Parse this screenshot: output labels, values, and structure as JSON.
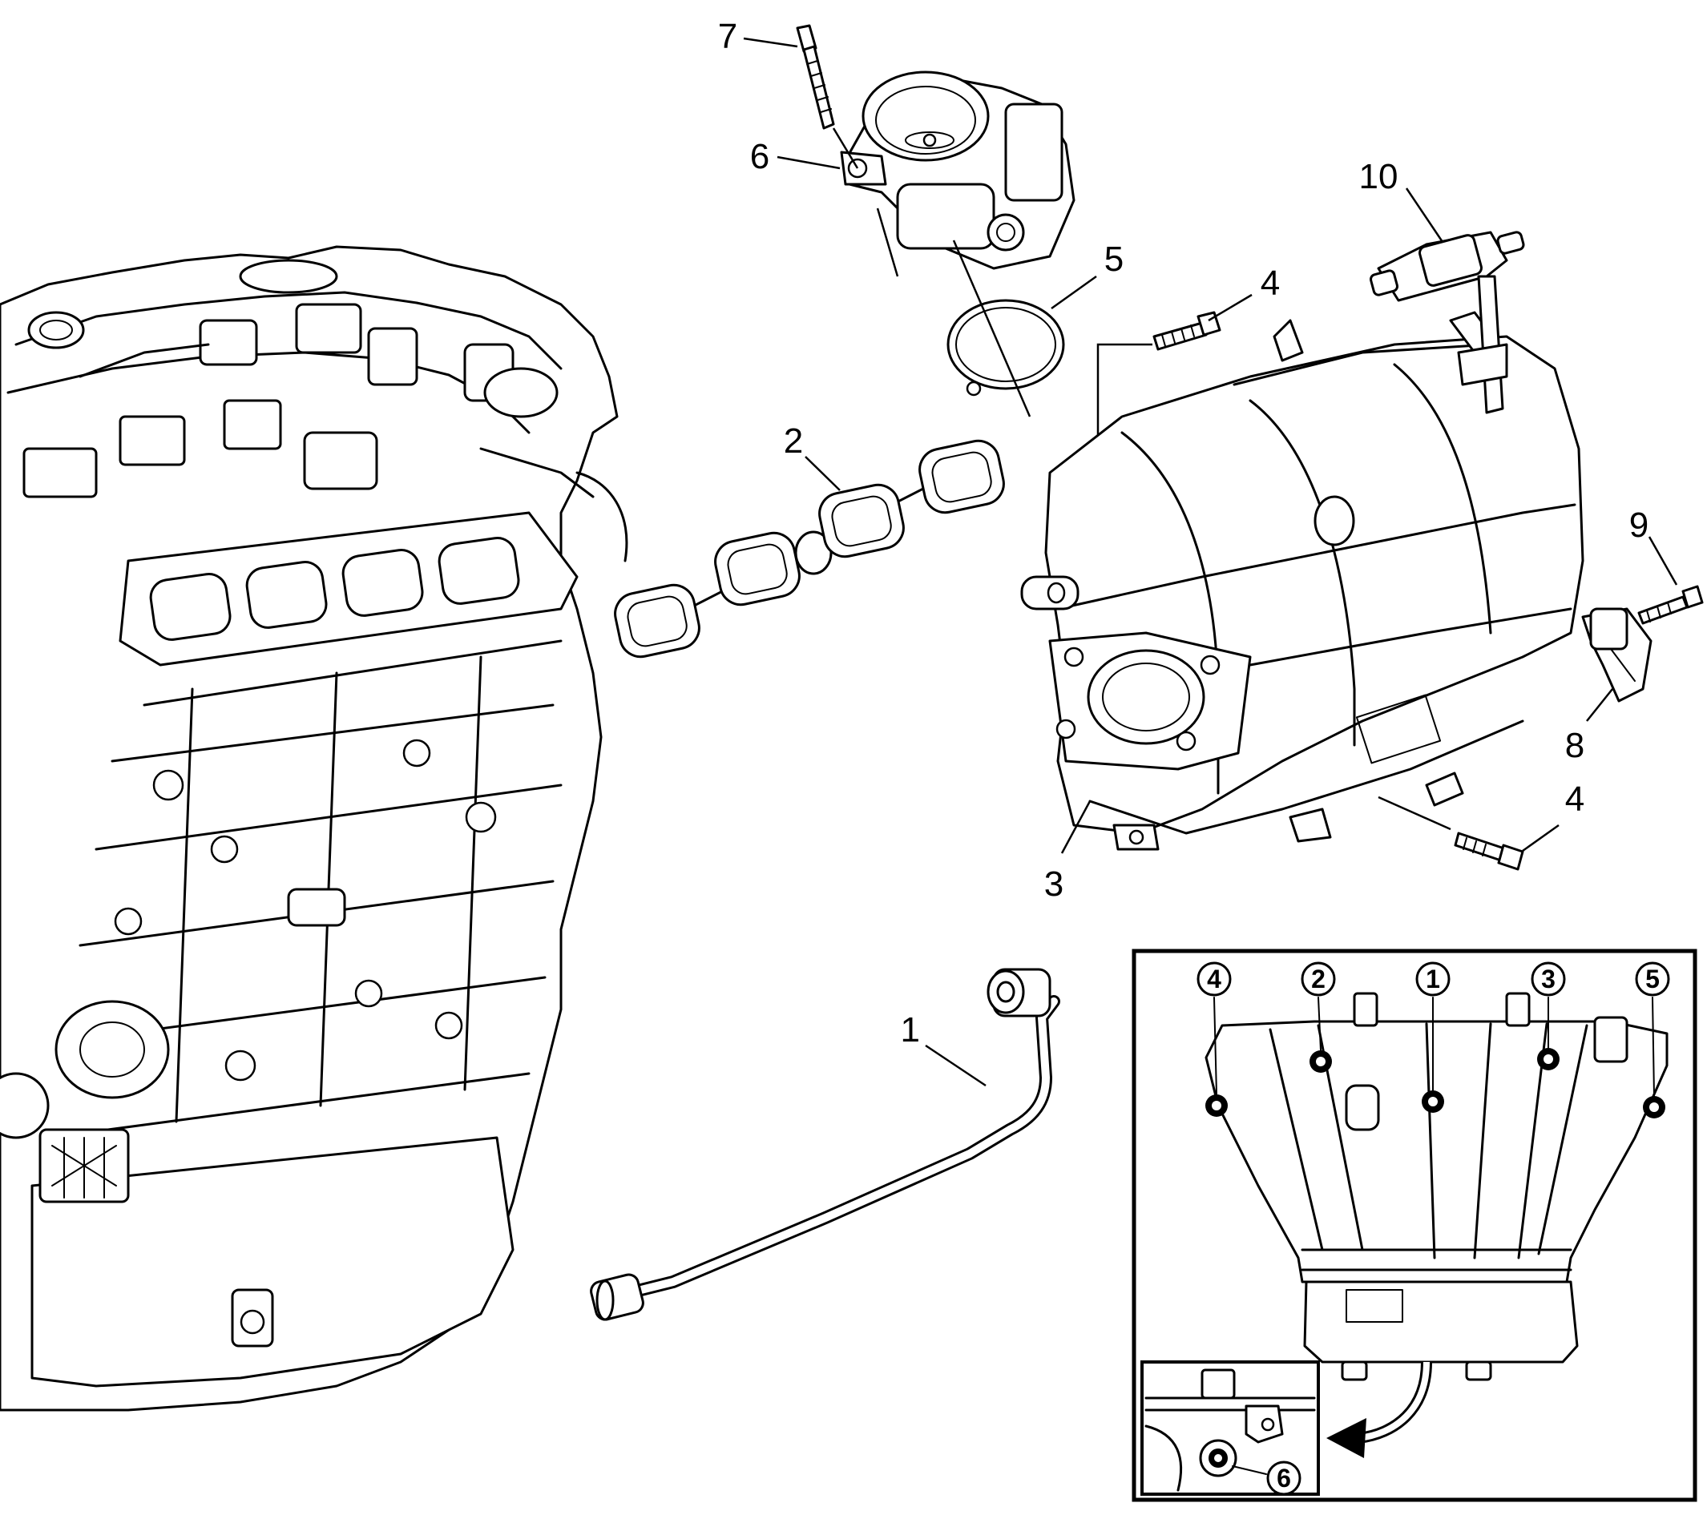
{
  "callouts": [
    {
      "id": "c1",
      "label": "1"
    },
    {
      "id": "c2",
      "label": "2"
    },
    {
      "id": "c3",
      "label": "3"
    },
    {
      "id": "c4a",
      "label": "4"
    },
    {
      "id": "c4b",
      "label": "4"
    },
    {
      "id": "c5",
      "label": "5"
    },
    {
      "id": "c6",
      "label": "6"
    },
    {
      "id": "c7",
      "label": "7"
    },
    {
      "id": "c8",
      "label": "8"
    },
    {
      "id": "c9",
      "label": "9"
    },
    {
      "id": "c10",
      "label": "10"
    }
  ],
  "inset": {
    "sequence": [
      "4",
      "2",
      "1",
      "3",
      "5"
    ],
    "detail_label": "6"
  }
}
